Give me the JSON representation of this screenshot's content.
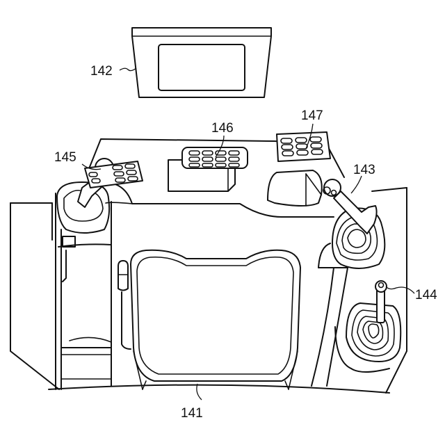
{
  "labels": {
    "seat": "141",
    "display": "142",
    "right_lever": "143",
    "joystick": "144",
    "left_lever": "145",
    "left_panel": "146",
    "right_panel": "147"
  }
}
